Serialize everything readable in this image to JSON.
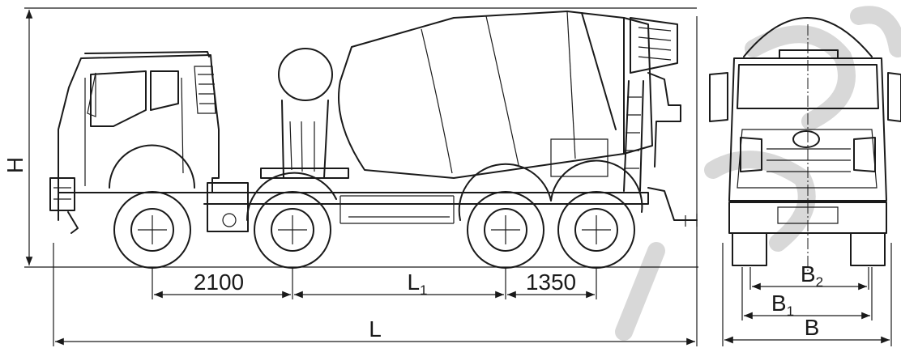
{
  "dimensions": {
    "height": {
      "main": "H",
      "sub": ""
    },
    "wheelbase_front": {
      "main": "2100",
      "sub": ""
    },
    "wheelbase_middle": {
      "main": "L",
      "sub": "1"
    },
    "wheelbase_rear": {
      "main": "1350",
      "sub": ""
    },
    "overall_length": {
      "main": "L",
      "sub": ""
    },
    "track_b2": {
      "main": "B",
      "sub": "2"
    },
    "track_b1": {
      "main": "B",
      "sub": "1"
    },
    "overall_width": {
      "main": "B",
      "sub": ""
    }
  }
}
